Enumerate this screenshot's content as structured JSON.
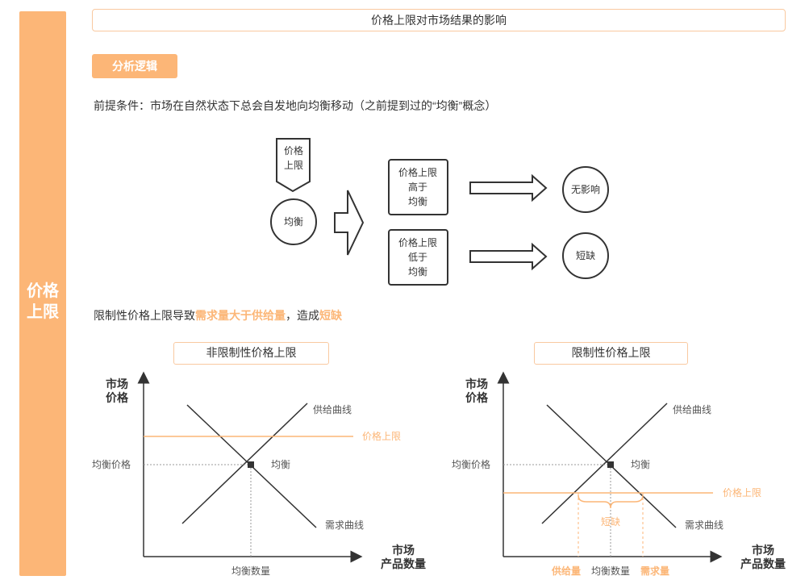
{
  "sidebar": {
    "line1": "价格",
    "line2": "上限"
  },
  "header": {
    "title": "价格上限对市场结果的影响"
  },
  "badge": {
    "label": "分析逻辑"
  },
  "premise": "前提条件：市场在自然状态下总会自发地向均衡移动（之前提到过的“均衡”概念）",
  "flow": {
    "ceiling_line1": "价格",
    "ceiling_line2": "上限",
    "equilibrium": "均衡",
    "case_above": [
      "价格上限",
      "高于",
      "均衡"
    ],
    "case_below": [
      "价格上限",
      "低于",
      "均衡"
    ],
    "result_above": "无影响",
    "result_below": "短缺"
  },
  "conclusion": {
    "part1": "限制性价格上限导致",
    "part2": "需求量大于供给量",
    "part3": "，造成",
    "part4": "短缺"
  },
  "colors": {
    "accent": "#fcb677",
    "border": "#f9c9a0",
    "line": "#333333"
  },
  "charts": {
    "left": {
      "title": "非限制性价格上限",
      "y_axis_line1": "市场",
      "y_axis_line2": "价格",
      "x_axis_line1": "市场",
      "x_axis_line2": "产品数量",
      "supply_label": "供给曲线",
      "demand_label": "需求曲线",
      "ceiling_label": "价格上限",
      "eq_label": "均衡",
      "eq_price_label": "均衡价格",
      "eq_qty_label": "均衡数量"
    },
    "right": {
      "title": "限制性价格上限",
      "y_axis_line1": "市场",
      "y_axis_line2": "价格",
      "x_axis_line1": "市场",
      "x_axis_line2": "产品数量",
      "supply_label": "供给曲线",
      "demand_label": "需求曲线",
      "ceiling_label": "价格上限",
      "eq_label": "均衡",
      "eq_price_label": "均衡价格",
      "eq_qty_label": "均衡数量",
      "shortage_label": "短缺",
      "qs_label": "供给量",
      "qd_label": "需求量"
    }
  }
}
